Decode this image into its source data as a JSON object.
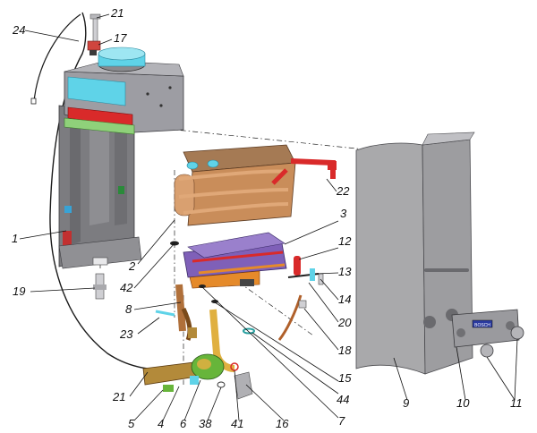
{
  "diagram": {
    "labels": {
      "l1": "1",
      "l2": "2",
      "l3": "3",
      "l4": "4",
      "l5": "5",
      "l6": "6",
      "l7": "7",
      "l8": "8",
      "l9": "9",
      "l10": "10",
      "l11": "11",
      "l12": "12",
      "l13": "13",
      "l14": "14",
      "l15": "15",
      "l16": "16",
      "l17": "17",
      "l18": "18",
      "l19": "19",
      "l20": "20",
      "l21a": "21",
      "l21b": "21",
      "l22": "22",
      "l23": "23",
      "l24": "24",
      "l38": "38",
      "l41": "41",
      "l42": "42",
      "l44": "44"
    },
    "panel_badge": "BOSCH",
    "colors": {
      "frame": "#7c7c80",
      "hood": "#9d9da3",
      "cyan": "#5fd3e8",
      "red": "#d92a2a",
      "copper": "#c98d5a",
      "copper_dark": "#8e5a32",
      "casing": "#a9a9ab",
      "panel": "#9a9a9e",
      "brass": "#b38a3a",
      "green": "#67b53a",
      "purple": "#7f60b8",
      "orange": "#e58a2a",
      "blue": "#3a58d8"
    }
  }
}
